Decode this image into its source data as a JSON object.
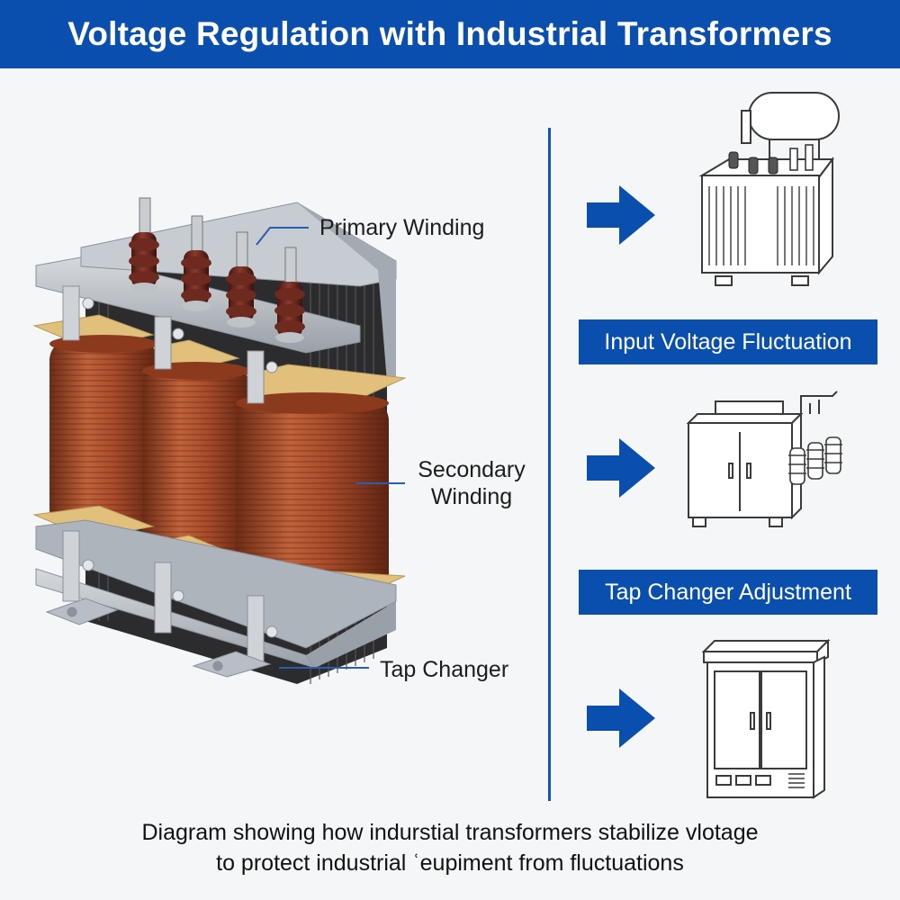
{
  "title": "Voltage Regulation with Industrial Transformers",
  "labels": {
    "primary": "Primary Winding",
    "secondary_line1": "Secondary",
    "secondary_line2": "Winding",
    "tap": "Tap Changer"
  },
  "banners": {
    "input": "Input Voltage Fluctuation",
    "tap": "Tap Changer Adjustment"
  },
  "caption": {
    "line1": "Diagram showing how indurstial transformers  stabilize vlotage",
    "line2": "to protect industrial  ʿeupiment from fluctuations"
  },
  "colors": {
    "brand_blue": "#0a4fae",
    "copper": "#a84b2a",
    "porcelain": "#6b2a22",
    "steel": "#b9bec6",
    "insulation": "#e0c07a"
  },
  "icons": [
    "right-arrow-icon",
    "oil-transformer-icon",
    "cabinet-transformer-icon",
    "electrical-cabinet-icon"
  ]
}
